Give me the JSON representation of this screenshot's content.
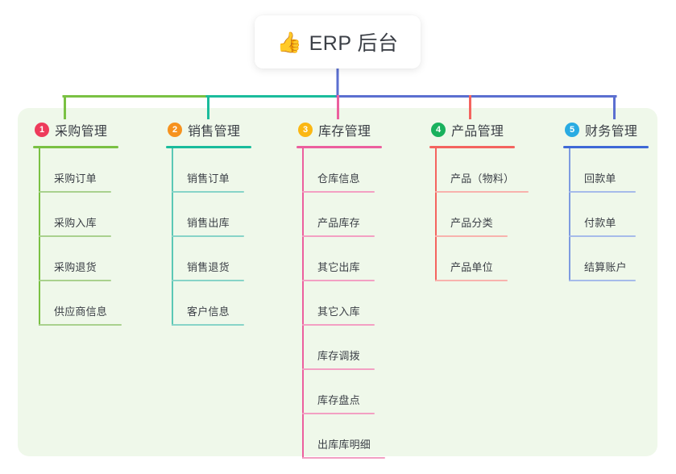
{
  "root": {
    "emoji": "👍",
    "emoji_name": "thumbs-up-emoji",
    "title": "ERP 后台"
  },
  "colors": {
    "panel_background": "#eff8ea",
    "page_background": "#ffffff",
    "text": "#3b3f46",
    "branch_1_line": "#7ac143",
    "branch_2_line": "#1abc9c",
    "branch_3_line": "#ec5f9e",
    "branch_4_line": "#f4645f",
    "branch_5_line": "#5b6fd0",
    "badge_1": "#ee3b5b",
    "badge_2": "#f6921e",
    "badge_3": "#fbb713",
    "badge_4": "#19b15d",
    "badge_5": "#29abe2",
    "trunk_line": "#5b6fd0"
  },
  "branches": [
    {
      "number": "1",
      "title": "采购管理",
      "line_color": "#7ac143",
      "badge_color": "#ee3b5b",
      "items": [
        {
          "label": "采购订单"
        },
        {
          "label": "采购入库"
        },
        {
          "label": "采购退货"
        },
        {
          "label": "供应商信息"
        }
      ]
    },
    {
      "number": "2",
      "title": "销售管理",
      "line_color": "#1abc9c",
      "badge_color": "#f6921e",
      "items": [
        {
          "label": "销售订单"
        },
        {
          "label": "销售出库"
        },
        {
          "label": "销售退货"
        },
        {
          "label": "客户信息"
        }
      ]
    },
    {
      "number": "3",
      "title": "库存管理",
      "line_color": "#ec5f9e",
      "badge_color": "#fbb713",
      "items": [
        {
          "label": "仓库信息"
        },
        {
          "label": "产品库存"
        },
        {
          "label": "其它出库"
        },
        {
          "label": "其它入库"
        },
        {
          "label": "库存调拨"
        },
        {
          "label": "库存盘点"
        },
        {
          "label": "出库库明细"
        }
      ]
    },
    {
      "number": "4",
      "title": "产品管理",
      "line_color": "#f4645f",
      "badge_color": "#19b15d",
      "items": [
        {
          "label": "产品（物料）"
        },
        {
          "label": "产品分类"
        },
        {
          "label": "产品单位"
        }
      ]
    },
    {
      "number": "5",
      "title": "财务管理",
      "line_color": "#5b6fd0",
      "badge_color": "#29abe2",
      "items": [
        {
          "label": "回款单"
        },
        {
          "label": "付款单"
        },
        {
          "label": "结算账户"
        }
      ]
    }
  ]
}
